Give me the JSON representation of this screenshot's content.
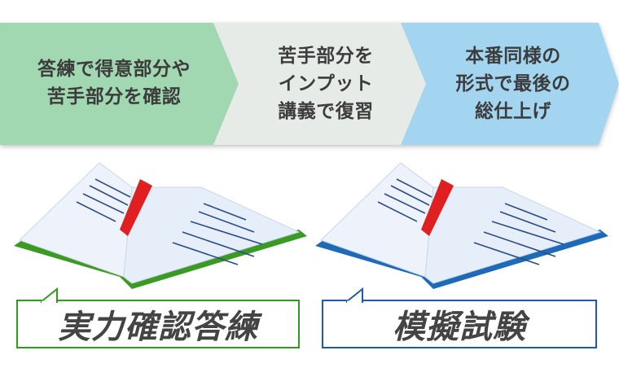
{
  "steps": [
    {
      "text": "答練で得意部分や\n苦手部分を確認",
      "color": "#a1d8b1"
    },
    {
      "text": "苦手部分を\nインプット\n講義で復習",
      "color": "#e6ebe8"
    },
    {
      "text": "本番同様の\n形式で最後の\n総仕上げ",
      "color": "#a3d5f0"
    }
  ],
  "labels": [
    {
      "text": "実力確認答練",
      "color": "#2e9a1e"
    },
    {
      "text": "模擬試験",
      "color": "#1f5aa8"
    }
  ],
  "books": [
    {
      "cover_color": "#3a9a22",
      "ribbon_color": "#e02020"
    },
    {
      "cover_color": "#1c6ab8",
      "ribbon_color": "#e02020"
    }
  ]
}
